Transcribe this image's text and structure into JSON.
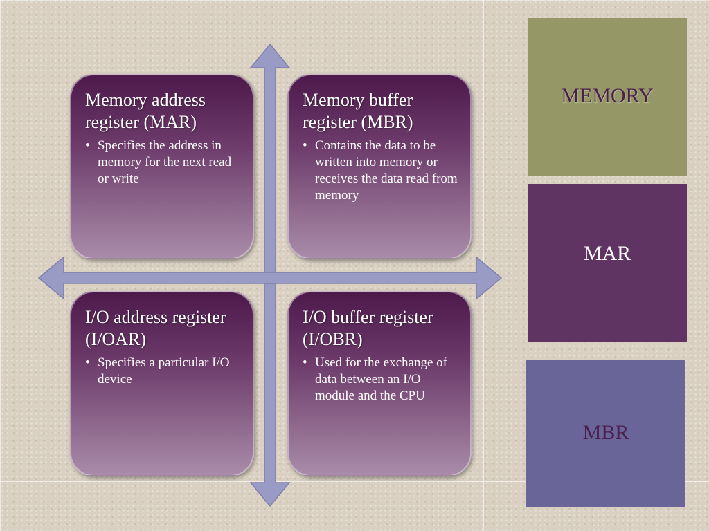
{
  "cards": [
    {
      "title": "Memory address register (MAR)",
      "bullets": [
        "Specifies the address in memory for the next read or write"
      ]
    },
    {
      "title": "Memory buffer register (MBR)",
      "bullets": [
        "Contains the data to be written into memory or receives the data read from memory"
      ]
    },
    {
      "title": "I/O address register (I/OAR)",
      "bullets": [
        "Specifies a particular I/O device"
      ]
    },
    {
      "title": "I/O buffer register (I/OBR)",
      "bullets": [
        "Used for the exchange of data between an I/O module and the CPU"
      ]
    }
  ],
  "blocks": {
    "memory": "MEMORY",
    "mar": "MAR",
    "mbr": "MBR"
  },
  "colors": {
    "card_top": "#4d1a4b",
    "card_bottom": "#a98ca9",
    "arrow": "#9a9bc5",
    "memory_block": "#959766",
    "mar_block": "#5f3362",
    "mbr_block": "#6a6599"
  }
}
